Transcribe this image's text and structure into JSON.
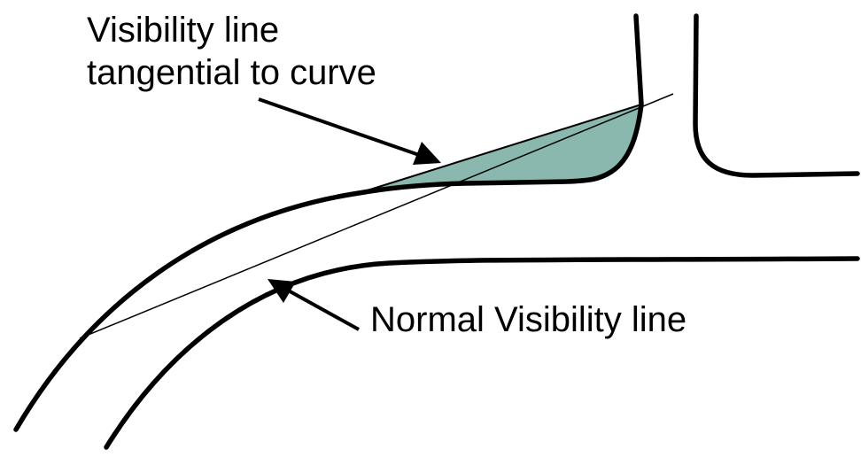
{
  "labels": {
    "tangential_line1": "Visibility line",
    "tangential_line2": "tangential to curve",
    "normal": "Normal Visibility line"
  },
  "colors": {
    "stroke": "#000000",
    "sight_fill": "#8ab8ae",
    "background": "#ffffff"
  }
}
